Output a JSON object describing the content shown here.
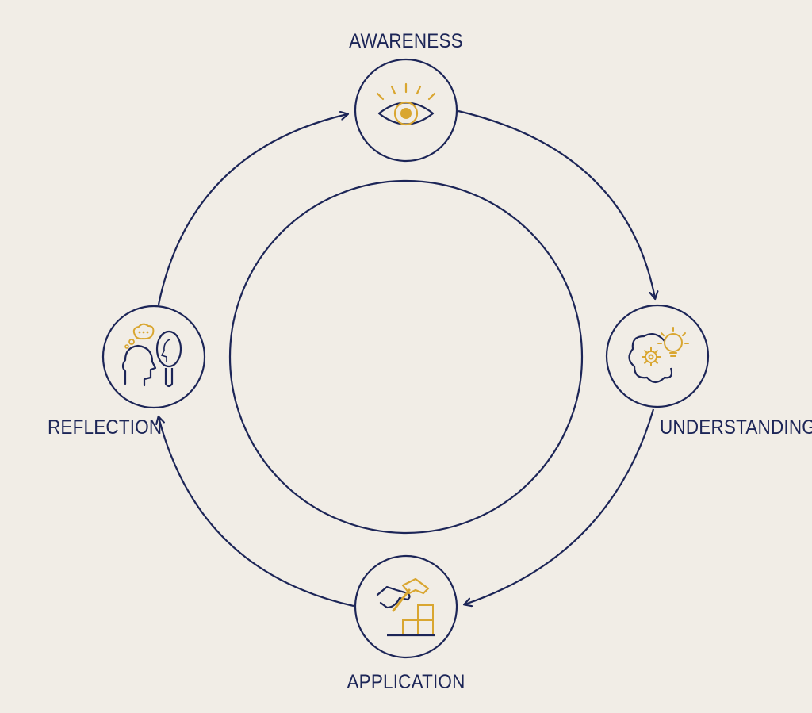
{
  "diagram": {
    "type": "cycle",
    "stages": [
      {
        "id": "awareness",
        "label": "AWARENESS",
        "icon": "eye-icon"
      },
      {
        "id": "understanding",
        "label": "UNDERSTANDING",
        "icon": "brain-gear-lightbulb-icon"
      },
      {
        "id": "application",
        "label": "APPLICATION",
        "icon": "hand-hammer-blocks-icon"
      },
      {
        "id": "reflection",
        "label": "REFLECTION",
        "icon": "head-mirror-icon"
      }
    ],
    "flow_direction": "clockwise"
  },
  "colors": {
    "background": "#f1ede6",
    "line": "#1c2557",
    "accent": "#d9a630"
  }
}
